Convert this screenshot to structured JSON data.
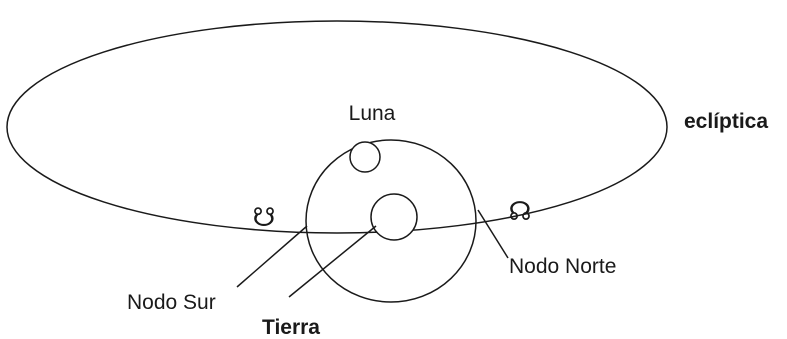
{
  "diagram": {
    "labels": {
      "ecliptic": "eclíptica",
      "moon": "Luna",
      "earth": "Tierra",
      "south_node": "Nodo Sur",
      "north_node": "Nodo Norte"
    },
    "symbols": {
      "ascending_node": "☊",
      "descending_node": "☋"
    }
  }
}
